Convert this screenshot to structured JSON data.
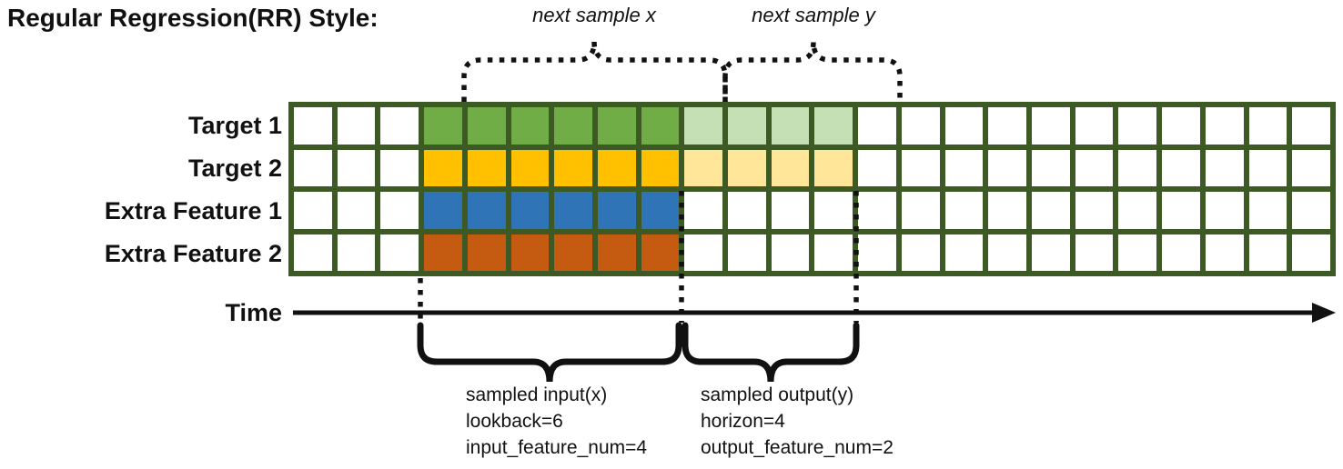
{
  "title": "Regular Regression(RR) Style:",
  "colors": {
    "grid_border": "#3E5A24",
    "cell_white": "#FFFFFF",
    "input_green": "#70AD47",
    "input_yellow": "#FFC000",
    "input_blue": "#2E74B6",
    "input_orange": "#C55A11",
    "output_light_green": "#C5E0B4",
    "output_light_yellow": "#FFE699",
    "annotation_black": "#111111"
  },
  "grid": {
    "columns": 24,
    "input_start_col": 3,
    "input_end_col": 9,
    "output_start_col": 9,
    "output_end_col": 13,
    "rows": [
      {
        "label": "Target 1",
        "input_color": "#70AD47",
        "output_color": "#C5E0B4"
      },
      {
        "label": "Target 2",
        "input_color": "#FFC000",
        "output_color": "#FFE699"
      },
      {
        "label": "Extra Feature 1",
        "input_color": "#2E74B6",
        "output_color": null
      },
      {
        "label": "Extra Feature 2",
        "input_color": "#C55A11",
        "output_color": null
      }
    ]
  },
  "annotations": {
    "next_sample_x": "next sample x",
    "next_sample_y": "next sample y",
    "time_label": "Time",
    "sampled_input": {
      "line1": "sampled input(x)",
      "line2": "lookback=6",
      "line3": "input_feature_num=4"
    },
    "sampled_output": {
      "line1": "sampled output(y)",
      "line2": "horizon=4",
      "line3": "output_feature_num=2"
    }
  }
}
